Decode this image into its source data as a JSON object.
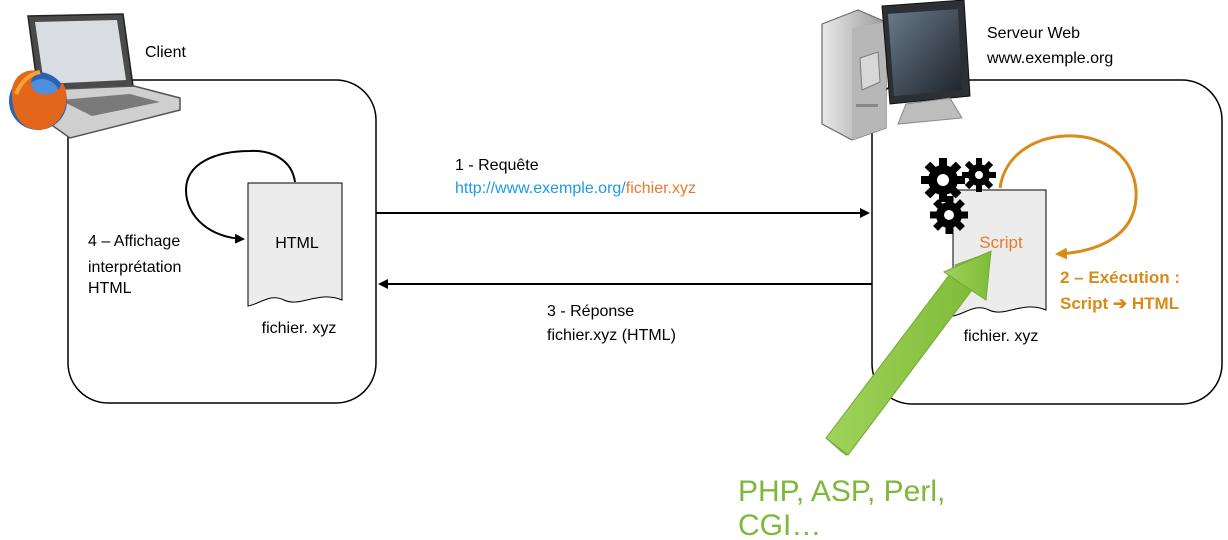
{
  "client": {
    "title": "Client",
    "file_label": "HTML",
    "file_name": "fichier. xyz",
    "display_step": [
      "4 – Affichage",
      "interprétation",
      "HTML"
    ]
  },
  "server": {
    "title": "Serveur Web",
    "domain": "www.exemple.org",
    "file_label": "Script",
    "file_name": "fichier. xyz",
    "exec_step": [
      "2 – Exécution :",
      "Script ➔ HTML"
    ]
  },
  "request": {
    "label": "1 - Requête",
    "url_base": "http://www.exemple.org/",
    "url_file": "fichier.xyz"
  },
  "response": {
    "label": "3 - Réponse",
    "detail": "fichier.xyz (HTML)"
  },
  "languages": [
    "PHP, ASP, Perl,",
    "CGI…"
  ],
  "colors": {
    "url_blue": "#1b9be0",
    "orange": "#e87a2c",
    "exec_orange": "#d98a17",
    "green": "#8cc63f",
    "lang_green": "#7db83a",
    "box_stroke": "#000000",
    "doc_fill": "#ececec"
  },
  "icons": [
    "laptop-icon",
    "firefox-icon",
    "server-tower-icon",
    "monitor-icon",
    "gears-icon"
  ]
}
